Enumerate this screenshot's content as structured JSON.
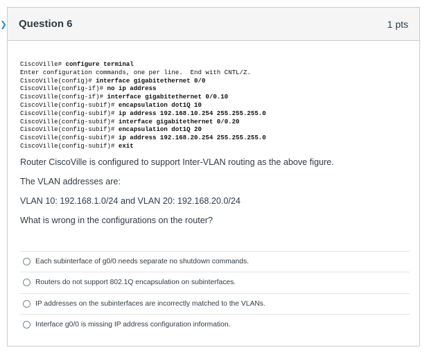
{
  "question": {
    "title": "Question 6",
    "points": "1 pts"
  },
  "code_lines": [
    {
      "prompt": "CiscoVille# ",
      "cmd": "configure terminal"
    },
    {
      "prompt": "Enter configuration commands, one per line.  End with CNTL/Z.",
      "cmd": ""
    },
    {
      "prompt": "CiscoVille(config)# ",
      "cmd": "interface gigabitethernet 0/0"
    },
    {
      "prompt": "CiscoVille(config-if)# ",
      "cmd": "no ip address"
    },
    {
      "prompt": "CiscoVille(config-if)# ",
      "cmd": "interface gigabitethernet 0/0.10"
    },
    {
      "prompt": "CiscoVille(config-subif)# ",
      "cmd": "encapsulation dot1Q 10"
    },
    {
      "prompt": "CiscoVille(config-subif)# ",
      "cmd": "ip address 192.168.10.254 255.255.255.0"
    },
    {
      "prompt": "CiscoVille(config-subif)# ",
      "cmd": "interface gigabitethernet 0/0.20"
    },
    {
      "prompt": "CiscoVille(config-subif)# ",
      "cmd": "encapsulation dot1Q 20"
    },
    {
      "prompt": "CiscoVille(config-subif)# ",
      "cmd": "ip address 192.168.20.254 255.255.255.0"
    },
    {
      "prompt": "CiscoVille(config-subif)# ",
      "cmd": "exit"
    }
  ],
  "paragraphs": [
    "Router CiscoVille is configured to support Inter-VLAN routing as the above figure.",
    "The VLAN addresses are:",
    "VLAN 10: 192.168.1.0/24 and VLAN 20: 192.168.20.0/24",
    "What is wrong in the configurations on the router?"
  ],
  "answers": [
    "Each subinterface of g0/0 needs separate no shutdown commands.",
    "Routers do not support 802.1Q encapsulation on subinterfaces.",
    "IP addresses on the subinterfaces are incorrectly matched to the VLANs.",
    "Interface g0/0 is missing IP address configuration information."
  ]
}
